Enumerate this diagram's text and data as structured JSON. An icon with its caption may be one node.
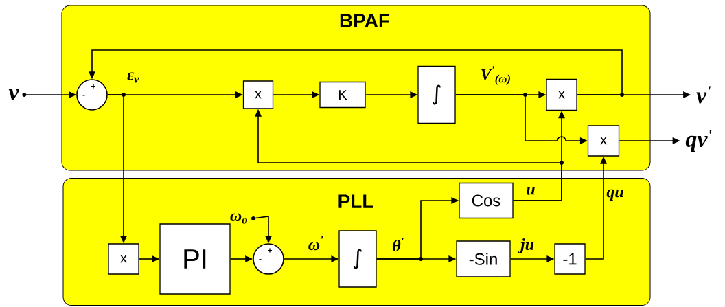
{
  "diagram": {
    "nodes": [
      {
        "text": [
          "BPAF"
        ]
      },
      {
        "text": [
          "v"
        ]
      },
      {
        "text": [
          "+",
          "-"
        ],
        "in": 0
      },
      {
        "text": [
          "x"
        ],
        "in": 0
      },
      {
        "text": [
          "K"
        ],
        "in": 0
      },
      {
        "text": [
          "∫"
        ],
        "in": 0
      },
      {
        "text": [
          "x"
        ],
        "in": 0
      },
      {
        "text": [
          "x"
        ],
        "in": 0
      },
      {
        "text": [
          "v$^{'}$"
        ]
      },
      {
        "text": [
          "qv$^{'}$"
        ]
      },
      {
        "text": [
          "PLL"
        ]
      },
      {
        "text": [
          "x"
        ],
        "in": 10
      },
      {
        "text": [
          "PI"
        ],
        "in": 10
      },
      {
        "text": [
          "+",
          "-"
        ],
        "in": 10
      },
      {
        "text": [
          "ω$_{o}$"
        ],
        "in": 10
      },
      {
        "text": [
          "∫"
        ],
        "in": 10
      },
      {
        "text": [
          "Cos"
        ],
        "in": 10
      },
      {
        "text": [
          "-Sin"
        ],
        "in": 10
      },
      {
        "text": [
          "-1"
        ],
        "in": 10
      }
    ],
    "edges": [
      {
        "from": 1,
        "to": 2,
        "arrow": "to"
      },
      {
        "from": 2,
        "to": 3,
        "arrow": "to",
        "label": "ε$_{v}$"
      },
      {
        "from": 2,
        "to": 11,
        "arrow": "to"
      },
      {
        "from": 3,
        "to": 4,
        "arrow": "to"
      },
      {
        "from": 4,
        "to": 5,
        "arrow": "to"
      },
      {
        "from": 5,
        "to": 6,
        "arrow": "to",
        "label": "V$^{'}$$_{(ω)}$"
      },
      {
        "from": 5,
        "to": 7,
        "arrow": "to"
      },
      {
        "from": 6,
        "to": 8,
        "arrow": "to"
      },
      {
        "from": 6,
        "to": 2,
        "arrow": "to"
      },
      {
        "from": 16,
        "to": 6,
        "arrow": "to",
        "label": "u"
      },
      {
        "from": 16,
        "to": 3,
        "arrow": "to"
      },
      {
        "from": 11,
        "to": 12,
        "arrow": "to"
      },
      {
        "from": 12,
        "to": 13,
        "arrow": "to"
      },
      {
        "from": 14,
        "to": 13,
        "arrow": "to"
      },
      {
        "from": 13,
        "to": 15,
        "arrow": "to",
        "label": "ω$^{'}$"
      },
      {
        "from": 15,
        "to": 16,
        "arrow": "to"
      },
      {
        "from": 15,
        "to": 17,
        "arrow": "to",
        "label": "θ$^{'}$"
      },
      {
        "from": 17,
        "to": 18,
        "arrow": "to",
        "label": "ju"
      },
      {
        "from": 18,
        "to": 7,
        "arrow": "to",
        "label": "qu"
      },
      {
        "from": 7,
        "to": 9,
        "arrow": "to"
      }
    ]
  }
}
